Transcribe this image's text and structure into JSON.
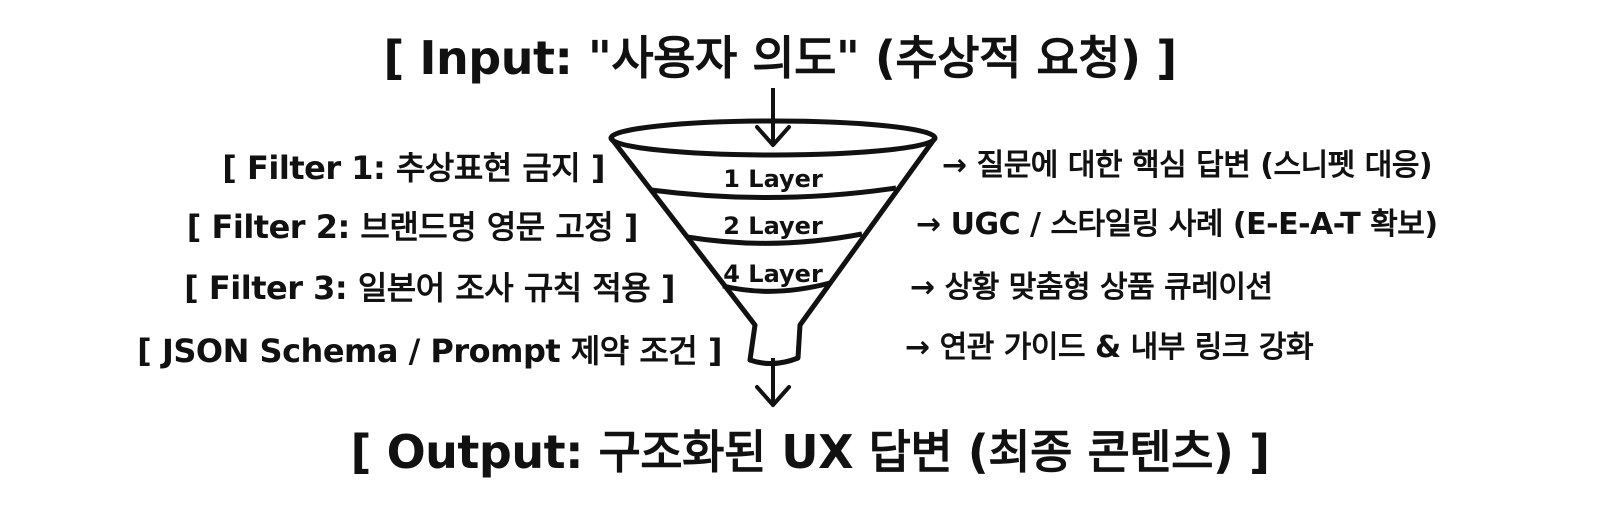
{
  "input": {
    "label": "[ Input: \"사용자 의도\" (추상적 요청) ]"
  },
  "output": {
    "label": "[ Output: 구조화된 UX 답변 (최종 콘텐츠) ]"
  },
  "funnel": {
    "layers": [
      {
        "label": "1 Layer"
      },
      {
        "label": "2 Layer"
      },
      {
        "label": "4 Layer"
      }
    ]
  },
  "filters": [
    {
      "label": "[ Filter 1: 추상표현 금지 ]"
    },
    {
      "label": "[ Filter 2: 브랜드명 영문 고정 ]"
    },
    {
      "label": "[ Filter 3: 일본어 조사 규칙 적용 ]"
    },
    {
      "label": "[ JSON Schema / Prompt 제약 조건 ]"
    }
  ],
  "results": [
    {
      "arrow": "→",
      "label": "질문에 대한 핵심 답변 (스니펫 대응)"
    },
    {
      "arrow": "→",
      "label": "UGC / 스타일링 사례 (E-E-A-T 확보)"
    },
    {
      "arrow": "→",
      "label": "상황 맞춤형 상품 큐레이션"
    },
    {
      "arrow": "→",
      "label": "연관 가이드 & 내부 링크 강화"
    }
  ],
  "colors": {
    "ink": "#111111",
    "background": "#ffffff"
  }
}
